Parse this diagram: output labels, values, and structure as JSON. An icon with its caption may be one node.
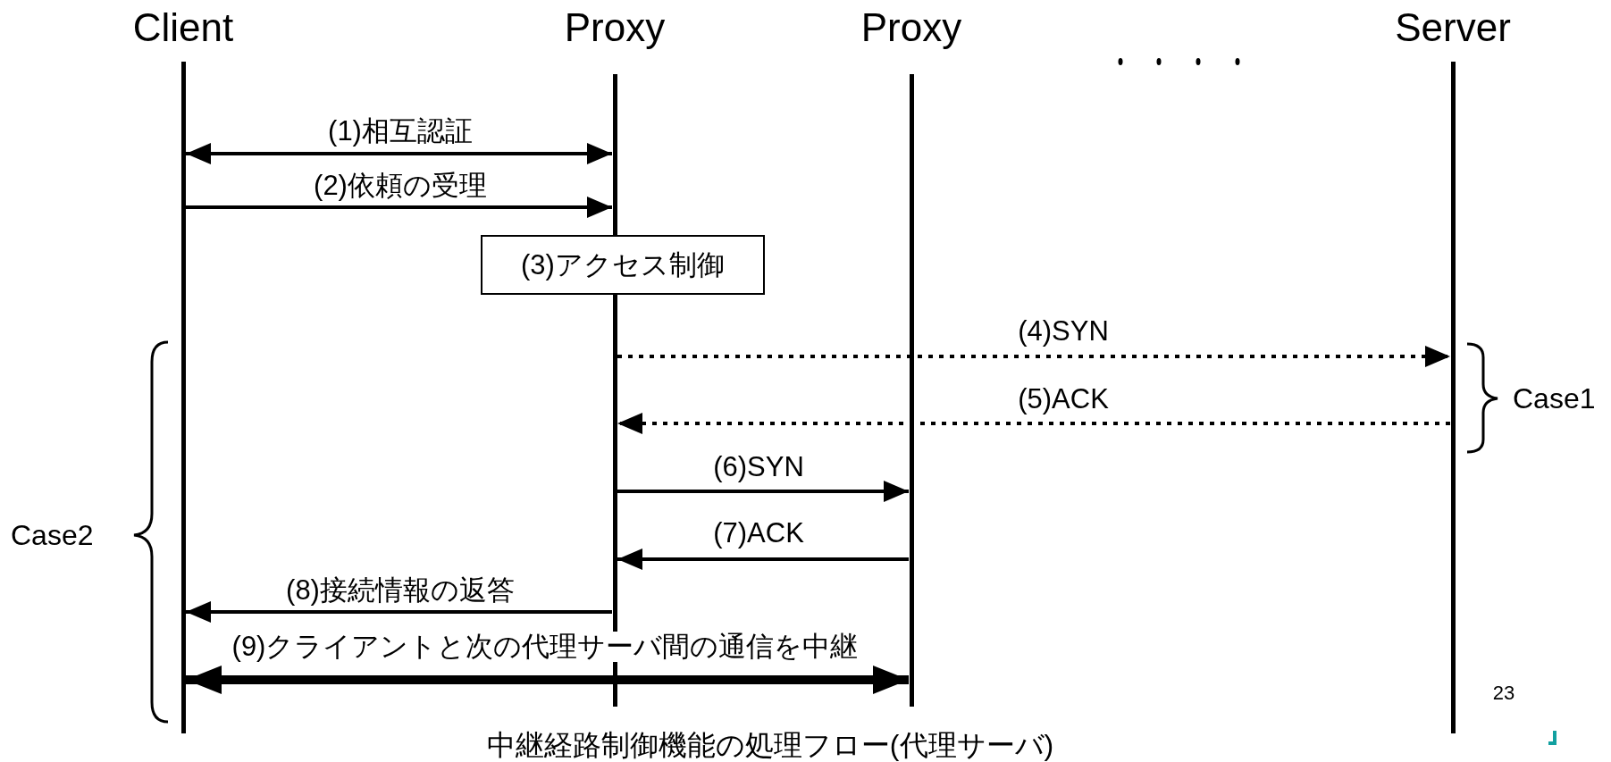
{
  "diagram": {
    "caption": "中継経路制御機能の処理フロー(代理サーバ)",
    "nodes": [
      {
        "text": [
          "Client"
        ]
      },
      {
        "text": [
          "Proxy"
        ]
      },
      {
        "text": [
          "Proxy"
        ]
      },
      {
        "text": [
          "Server"
        ]
      },
      {
        "text": [
          "(3)アクセス制御"
        ]
      }
    ],
    "edges": [
      {
        "from": 0,
        "to": 1,
        "arrow": "both",
        "label": "(1)相互認証"
      },
      {
        "from": 0,
        "to": 1,
        "arrow": "to",
        "label": "(2)依頼の受理"
      },
      {
        "from": 1,
        "to": 3,
        "arrow": "to",
        "label": "(4)SYN",
        "style": "dashed"
      },
      {
        "from": 3,
        "to": 1,
        "arrow": "to",
        "label": "(5)ACK",
        "style": "dashed"
      },
      {
        "from": 1,
        "to": 2,
        "arrow": "to",
        "label": "(6)SYN"
      },
      {
        "from": 2,
        "to": 1,
        "arrow": "to",
        "label": "(7)ACK"
      },
      {
        "from": 1,
        "to": 0,
        "arrow": "to",
        "label": "(8)接続情報の返答"
      },
      {
        "from": 0,
        "to": 2,
        "arrow": "both",
        "label": "(9)クライアントと次の代理サーバ間の通信を中継",
        "style": "thick"
      }
    ],
    "labels": [
      "Case1",
      "Case2",
      "23"
    ]
  }
}
